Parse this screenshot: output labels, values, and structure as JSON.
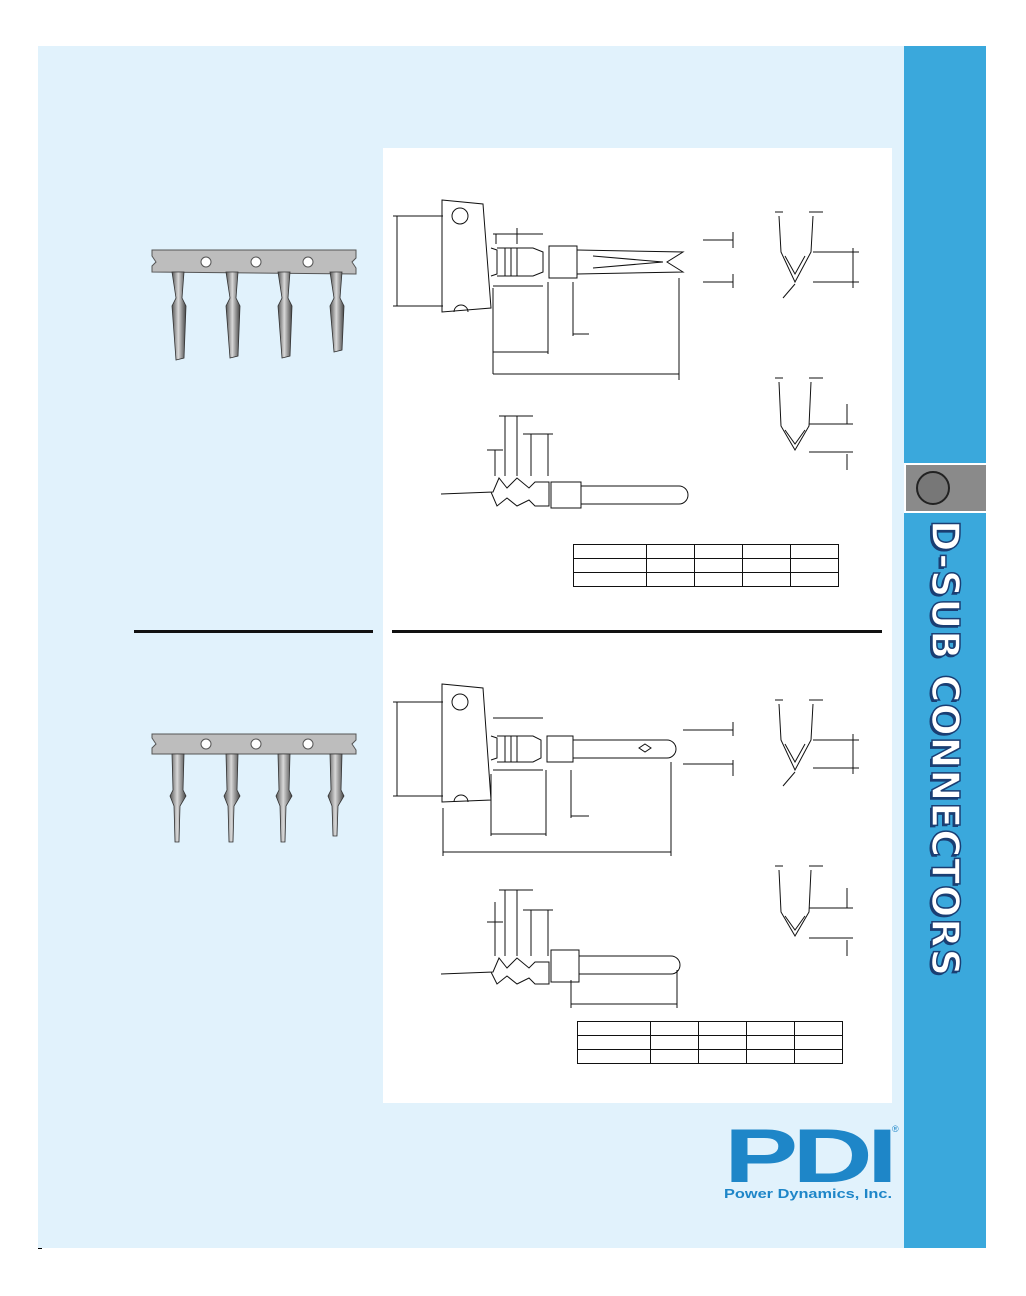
{
  "sidebar": {
    "title": "D-SUB CONNECTORS",
    "colors": {
      "band": "#3aa8dc",
      "tab": "#8a8a8a",
      "text_fill": "#ffffff",
      "text_outline": "#1a3e73"
    }
  },
  "page": {
    "background": "#e1f2fc"
  },
  "logo": {
    "wordmark": "PDI",
    "company_name": "Power Dynamics, Inc.",
    "registered_mark": "®",
    "color": "#1e86c8"
  },
  "sections": [
    {
      "id": "socket-contacts",
      "photo": {
        "subject": "socket contacts on carrier strip",
        "count": 4
      },
      "spec_table": {
        "rows": 3,
        "cols": 5
      }
    },
    {
      "id": "pin-contacts",
      "photo": {
        "subject": "pin contacts on carrier strip",
        "count": 4
      },
      "spec_table": {
        "rows": 3,
        "cols": 5
      }
    }
  ]
}
